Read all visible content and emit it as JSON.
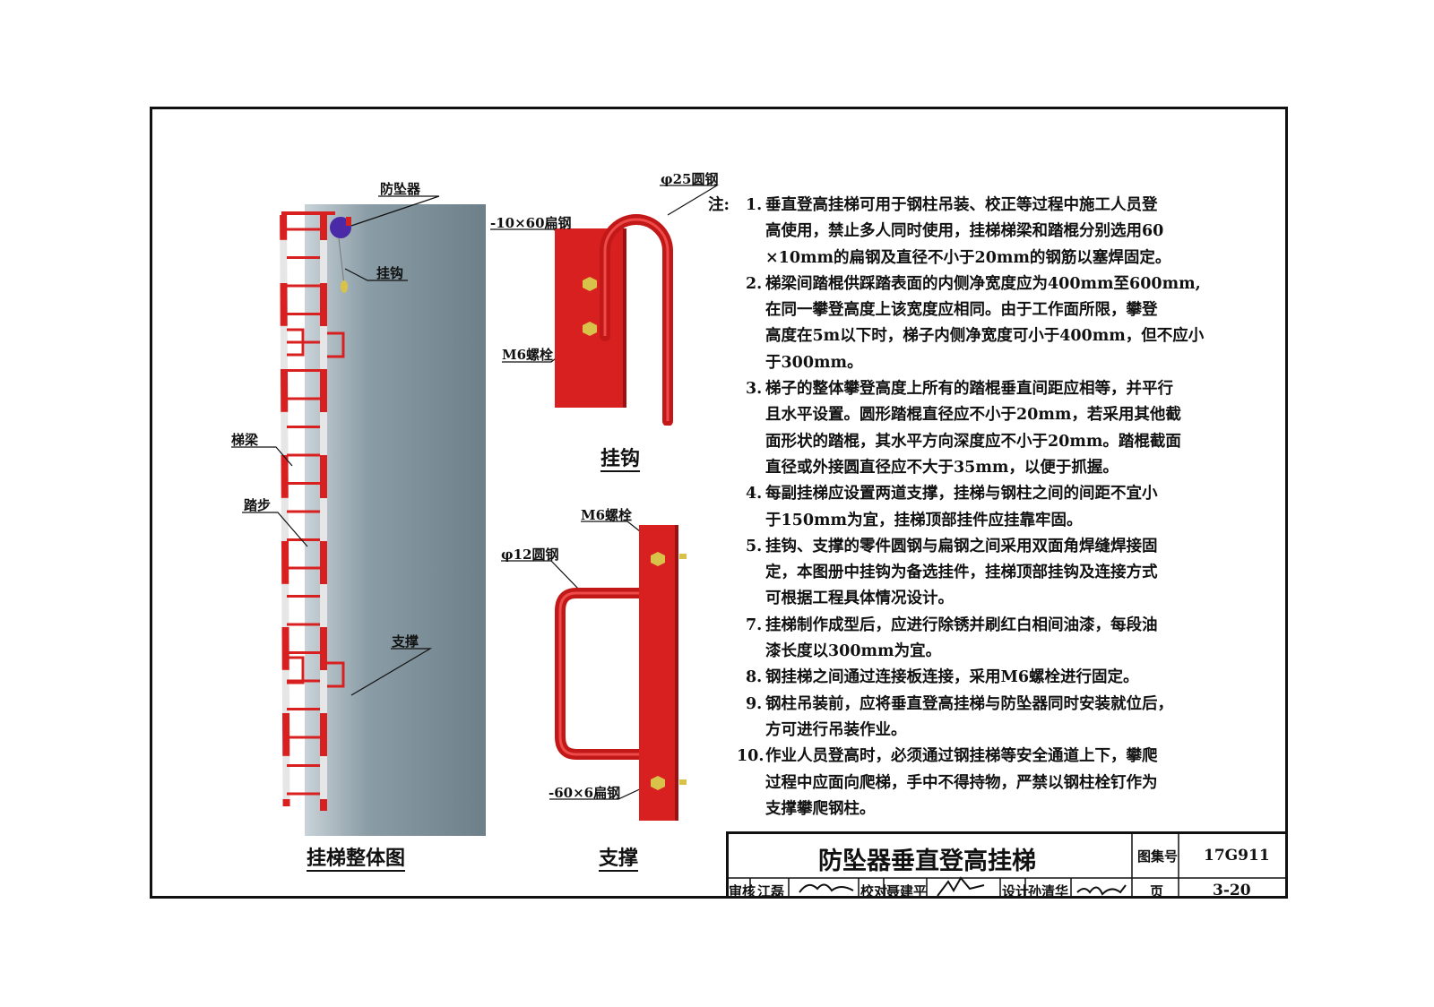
{
  "labels": {
    "fangzhuiqi": "防坠器",
    "guagou_top": "挂钩",
    "tiliang": "梯梁",
    "tabu": "踏步",
    "zhicheng_top": "支撑",
    "phi25": "φ25圆钢",
    "flat_10x60": "-10×60扁钢",
    "m6_top": "M6螺栓",
    "m6_bottom": "M6螺栓",
    "phi12": "φ12圆钢",
    "flat_60x6": "-60×6扁钢"
  },
  "captions": {
    "ladder_overall": "挂梯整体图",
    "hook": "挂钩",
    "support": "支撑"
  },
  "notes": {
    "heading": "注:",
    "items": [
      {
        "num": "1.",
        "lines": [
          "垂直登高挂梯可用于钢柱吊装、校正等过程中施工人员登",
          "高使用，禁止多人同时使用，挂梯梯梁和踏棍分别选用60",
          "×10mm的扁钢及直径不小于20mm的钢筋以塞焊固定。"
        ]
      },
      {
        "num": "2.",
        "lines": [
          "梯梁间踏棍供踩踏表面的内侧净宽度应为400mm至600mm,",
          "在同一攀登高度上该宽度应相同。由于工作面所限，攀登",
          "高度在5m以下时，梯子内侧净宽度可小于400mm，但不应小",
          "于300mm。"
        ]
      },
      {
        "num": "3.",
        "lines": [
          "梯子的整体攀登高度上所有的踏棍垂直间距应相等，并平行",
          "且水平设置。圆形踏棍直径应不小于20mm，若采用其他截",
          "面形状的踏棍，其水平方向深度应不小于20mm。踏棍截面",
          "直径或外接圆直径应不大于35mm，以便于抓握。"
        ]
      },
      {
        "num": "4.",
        "lines": [
          "每副挂梯应设置两道支撑，挂梯与钢柱之间的间距不宜小",
          "于150mm为宜，挂梯顶部挂件应挂靠牢固。"
        ]
      },
      {
        "num": "5.",
        "lines": [
          "挂钩、支撑的零件圆钢与扁钢之间采用双面角焊缝焊接固",
          "定，本图册中挂钩为备选挂件，挂梯顶部挂钩及连接方式",
          "可根据工程具体情况设计。"
        ]
      },
      {
        "num": "7.",
        "lines": [
          "挂梯制作成型后，应进行除锈并刷红白相间油漆，每段油",
          "漆长度以300mm为宜。"
        ]
      },
      {
        "num": "8.",
        "lines": [
          "钢挂梯之间通过连接板连接，采用M6螺栓进行固定。"
        ]
      },
      {
        "num": "9.",
        "lines": [
          "钢柱吊装前，应将垂直登高挂梯与防坠器同时安装就位后，",
          "方可进行吊装作业。"
        ]
      },
      {
        "num": "10.",
        "lines": [
          "作业人员登高时，必须通过钢挂梯等安全通道上下，攀爬",
          "过程中应面向爬梯，手中不得持物，严禁以钢柱栓钉作为",
          "支撑攀爬钢柱。"
        ]
      }
    ]
  },
  "title_block": {
    "title": "防坠器垂直登高挂梯",
    "atlas_label": "图集号",
    "atlas_no": "17G911",
    "review_label": "审核",
    "reviewer": "江磊",
    "check_label": "校对",
    "checker": "聂建平",
    "design_label": "设计",
    "designer": "孙清华",
    "page_label": "页",
    "page_no": "3-20"
  },
  "colors": {
    "steel_red": "#d92020",
    "dark_red": "#9b1010",
    "column_gray": "#7e909a",
    "device_purple": "#4b2aa8",
    "bolt_gold": "#d8c24a"
  }
}
